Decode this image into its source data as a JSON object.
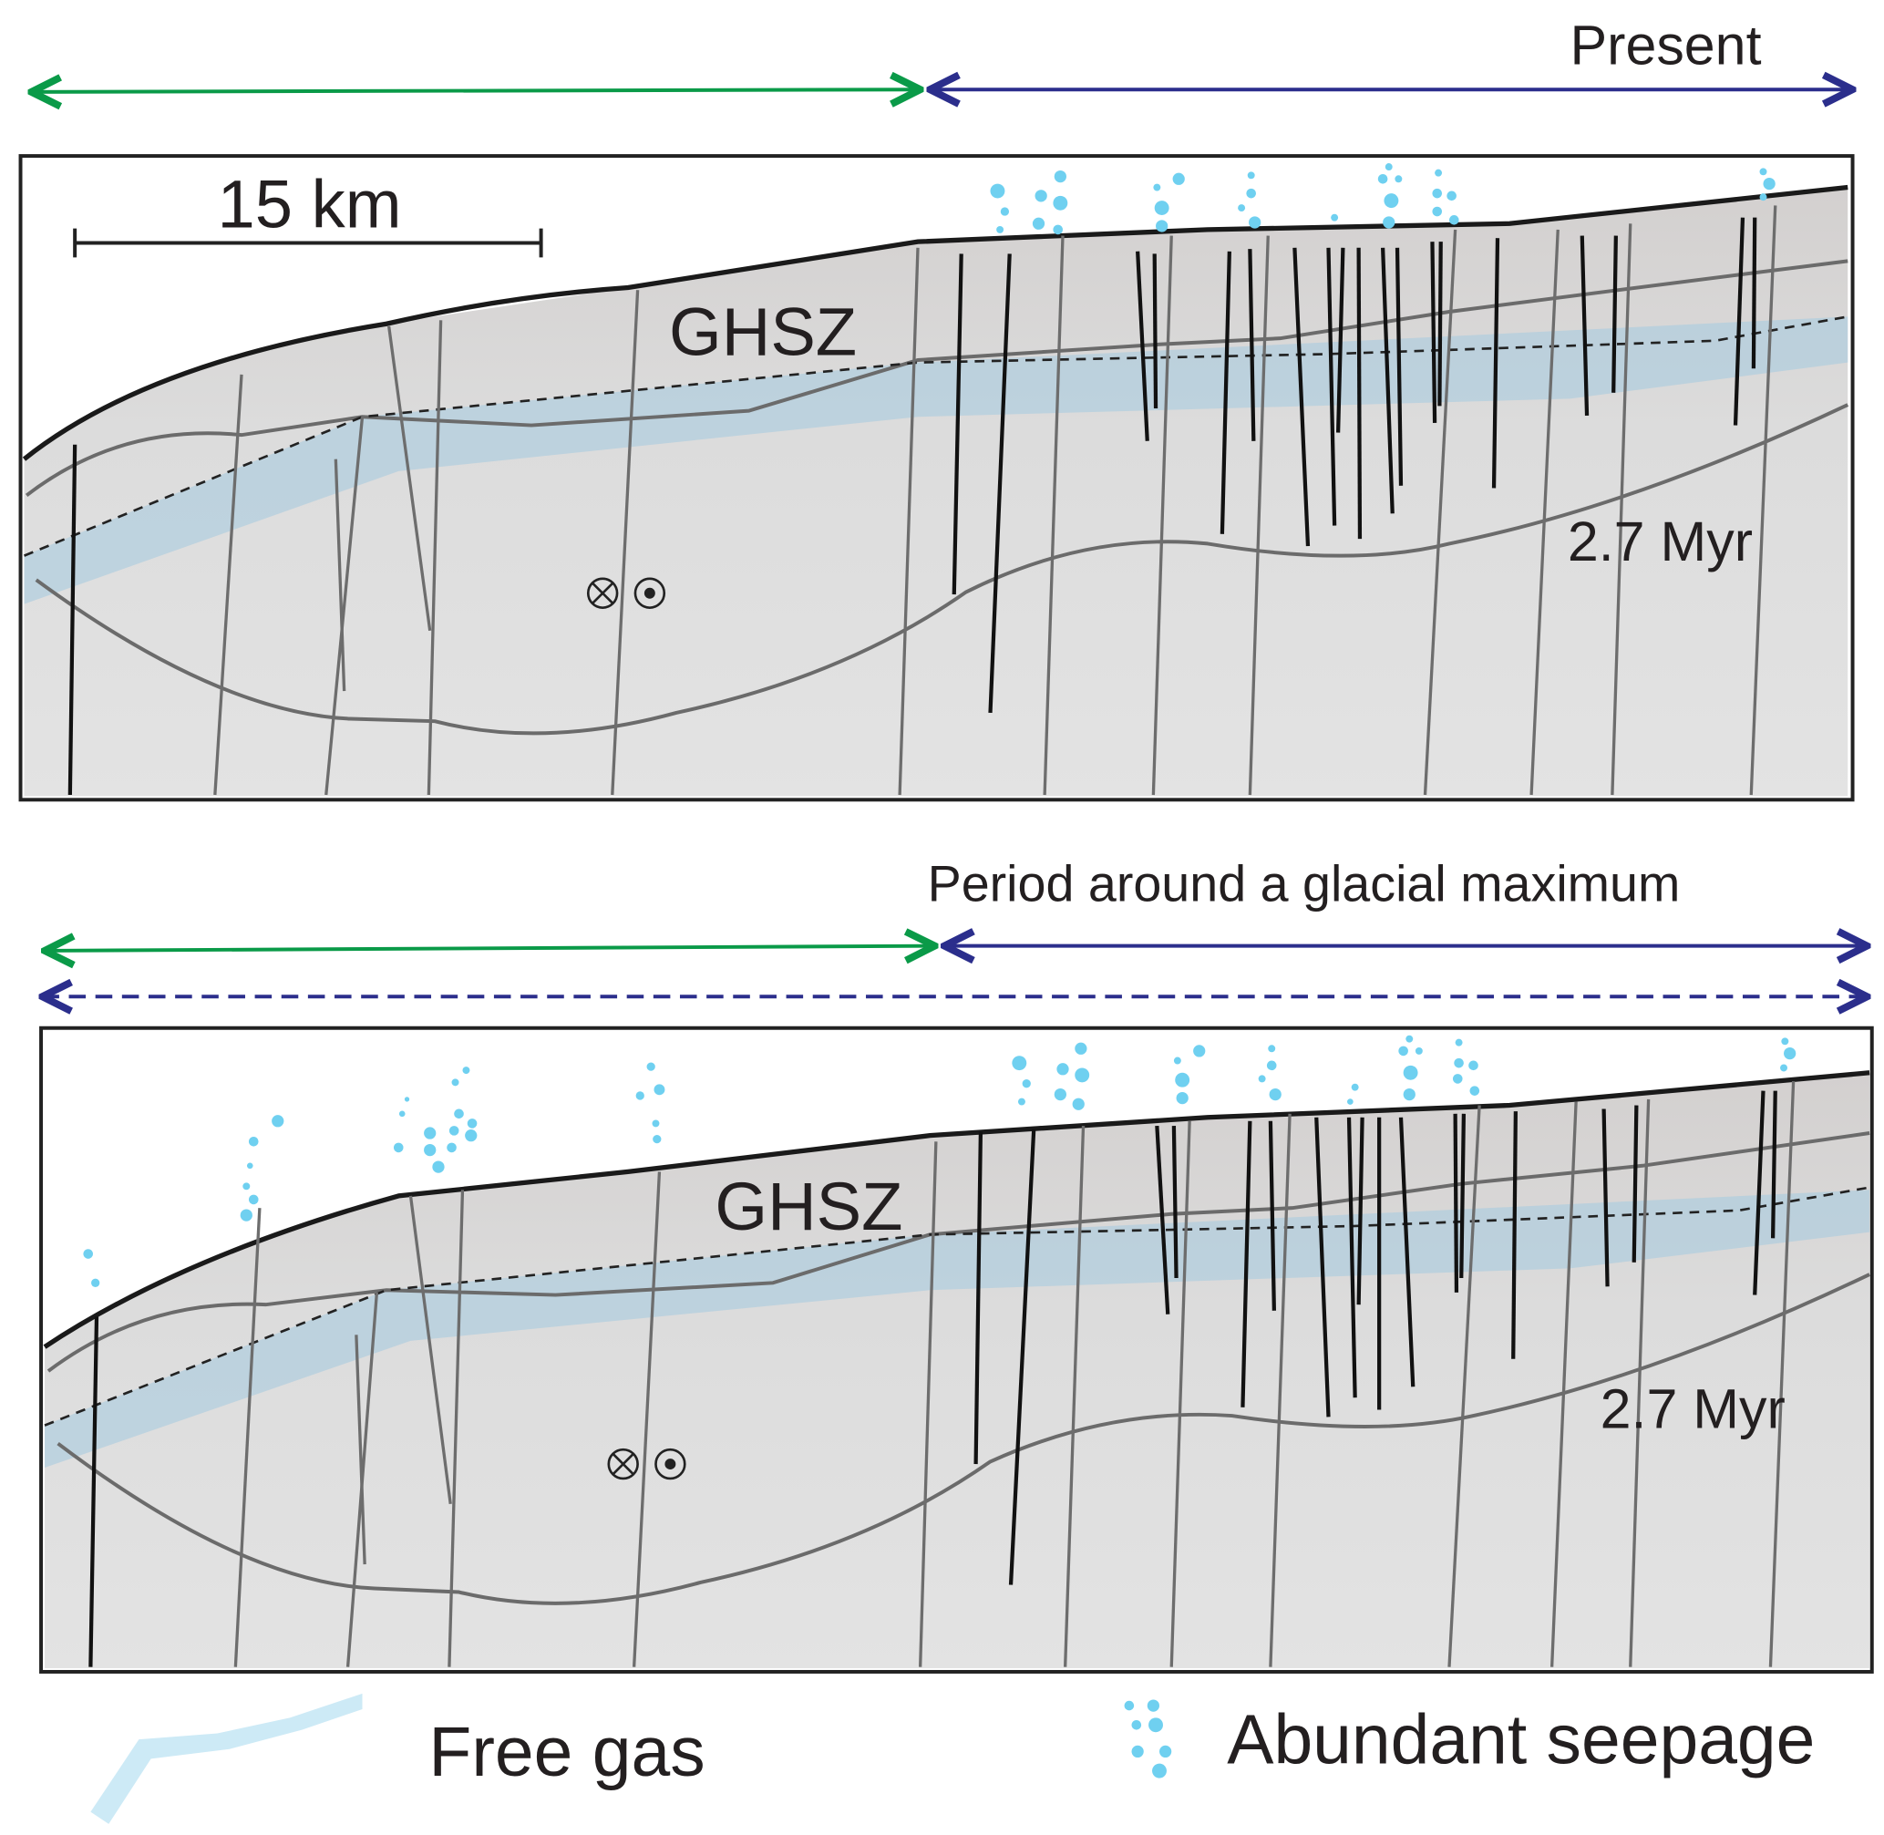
{
  "panels": [
    {
      "title": "Present",
      "ghsz_label": "GHSZ",
      "age_label": "2.7 Myr",
      "scale_label": "15 km"
    },
    {
      "title": "Period around a glacial maximum",
      "ghsz_label": "GHSZ",
      "age_label": "2.7 Myr"
    }
  ],
  "legend": {
    "free_gas": "Free gas",
    "seepage": "Abundant seepage"
  },
  "colors": {
    "green_arrow": "#0a9a48",
    "blue_arrow": "#2b2e8c",
    "gas": "#9fd8ec",
    "seep": "#6fd0f0"
  }
}
